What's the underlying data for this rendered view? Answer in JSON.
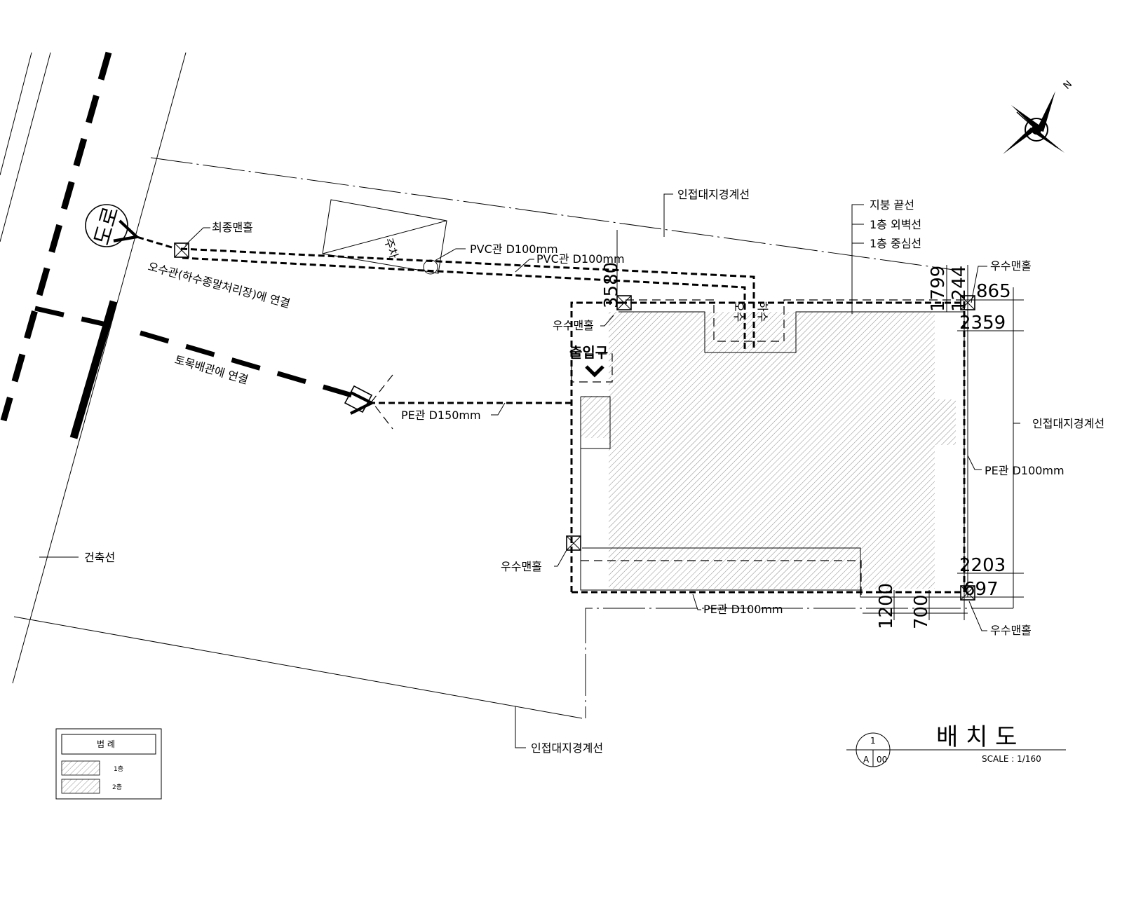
{
  "title": "배 치 도",
  "scale": "SCALE : 1/160",
  "title_block": {
    "num_top": "1",
    "num_left": "A",
    "num_right": "00"
  },
  "road_symbol": "도로",
  "legend": {
    "header": "범 례",
    "items": [
      "1층",
      "2층"
    ]
  },
  "labels": {
    "adjacent_top": "인접대지경계선",
    "adjacent_right": "인접대지경계선",
    "adjacent_bottom": "인접대지경계선",
    "roof_edge": "지붕 끝선",
    "wall_1f": "1층 외벽선",
    "center_1f": "1층 중심선",
    "final_manhole": "최종맨홀",
    "pvc_1": "PVC관 D100mm",
    "pvc_2": "PVC관 D100mm",
    "sewer_conn": "오수관(하수종말처리장)에 연결",
    "culvert_conn": "토목배관에 연결",
    "pe150": "PE관 D150mm",
    "pe100_right": "PE관 D100mm",
    "pe100_bottom": "PE관 D100mm",
    "rain_mh_tl": "우수맨홀",
    "rain_mh_tr": "우수맨홀",
    "rain_mh_left": "우수맨홀",
    "rain_mh_br": "우수맨홀",
    "entrance": "출입구",
    "building_line": "건축선",
    "parking": "주차",
    "sewage": "오수",
    "wastewater": "하수"
  },
  "dimensions": {
    "d3580": "3580",
    "d1799": "1799",
    "d1244": "1244",
    "d865": "865",
    "d2359": "2359",
    "d2203": "2203",
    "d697": "697",
    "d1200": "1200",
    "d700": "700"
  },
  "icons": {
    "north": "north-arrow-icon",
    "manhole": "manhole-icon"
  }
}
